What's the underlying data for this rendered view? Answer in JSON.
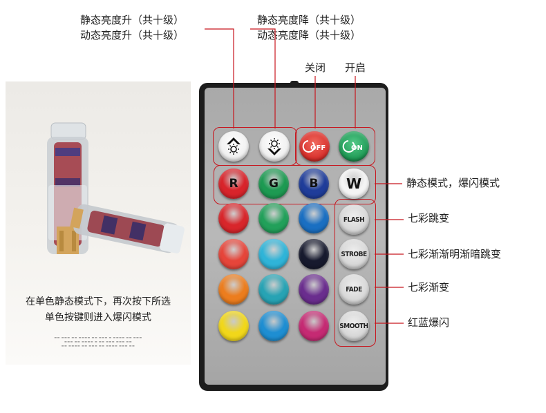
{
  "labels": {
    "brightness_up_static": "静态亮度升（共十级）",
    "brightness_up_dynamic": "动态亮度升（共十级）",
    "brightness_down_static": "静态亮度降（共十级）",
    "brightness_down_dynamic": "动态亮度降（共十级）",
    "off": "关闭",
    "on": "开启",
    "static_mode": "静态模式，爆闪模式",
    "flash": "七彩跳变",
    "strobe": "七彩渐渐明渐暗跳变",
    "fade": "七彩渐变",
    "smooth": "红蓝爆闪"
  },
  "photo": {
    "note_line1": "在单色静态模式下，再次按下所选",
    "note_line2": "单色按键则进入爆闪模式"
  },
  "remote": {
    "top_row": [
      {
        "name": "brightness-up-button",
        "icon": "sun-up-icon"
      },
      {
        "name": "brightness-down-button",
        "icon": "sun-down-icon"
      },
      {
        "name": "off-button",
        "text": "OFF",
        "color": "#d8302c"
      },
      {
        "name": "on-button",
        "text": "ON",
        "color": "#1f9a55"
      }
    ],
    "color_rows": [
      [
        {
          "text": "R",
          "color": "#d8242b"
        },
        {
          "text": "G",
          "color": "#1d9a52"
        },
        {
          "text": "B",
          "color": "#1f3d9a"
        },
        {
          "text": "W",
          "color": "#f4f4f4"
        }
      ],
      [
        {
          "color": "#d8262b"
        },
        {
          "color": "#22a05a"
        },
        {
          "color": "#1a6fc2"
        }
      ],
      [
        {
          "color": "#e6453a"
        },
        {
          "color": "#2fb4d8"
        },
        {
          "color": "#171a2e"
        }
      ],
      [
        {
          "color": "#ec7d1e"
        },
        {
          "color": "#27a3b4"
        },
        {
          "color": "#6a2d8e"
        }
      ],
      [
        {
          "color": "#f1d71a"
        },
        {
          "color": "#1e8ed2"
        },
        {
          "color": "#c52a73"
        }
      ]
    ],
    "modes": [
      "FLASH",
      "STROBE",
      "FADE",
      "SMOOTH"
    ]
  }
}
